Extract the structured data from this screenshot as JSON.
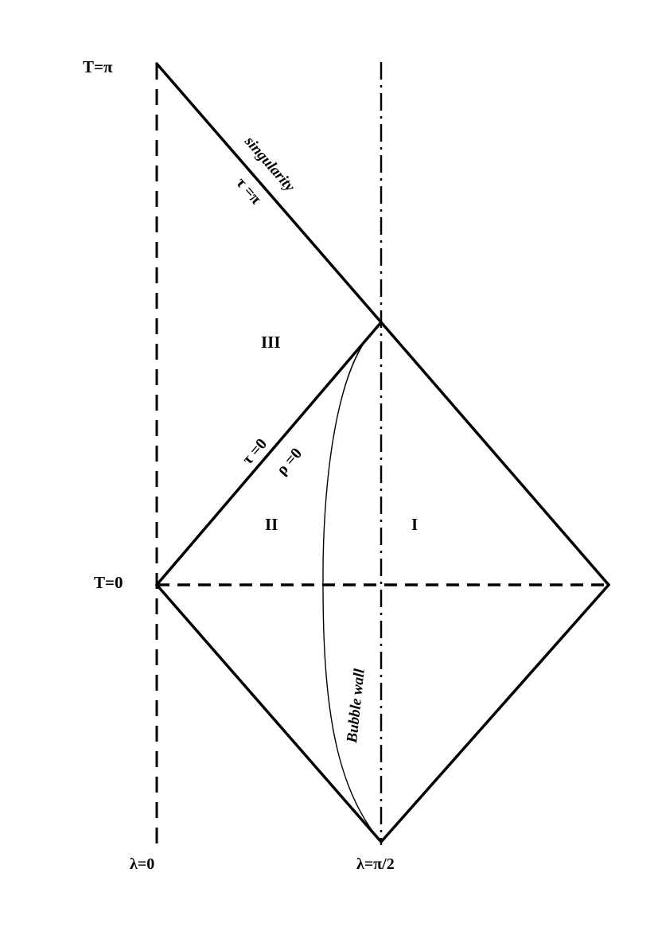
{
  "labels": {
    "t_pi": "T=π",
    "t_zero": "T=0",
    "lambda_zero": "λ=0",
    "lambda_half_pi": "λ=π/2",
    "singularity": "singularity",
    "tau_pi": "τ =π",
    "tau_zero": "τ =0",
    "rho_zero": "ρ =0",
    "region_one": "I",
    "region_two": "II",
    "region_three": "III",
    "bubble_wall": "Bubble wall"
  },
  "colors": {
    "stroke": "#000000",
    "background": "#ffffff"
  }
}
